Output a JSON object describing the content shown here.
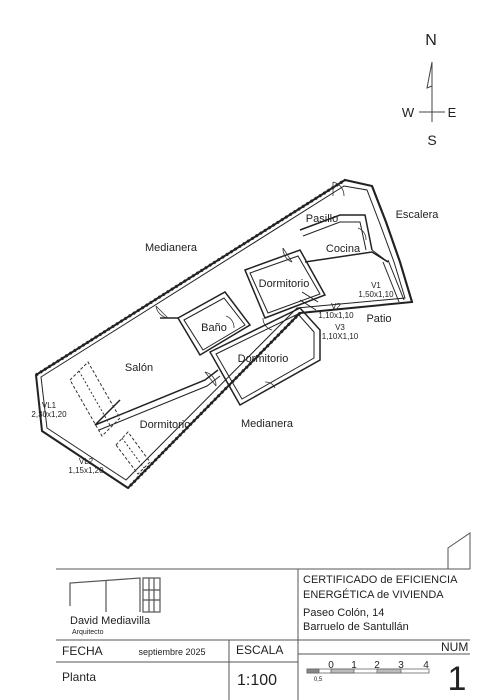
{
  "compass": {
    "north": "N",
    "west": "W",
    "east": "E",
    "south": "S"
  },
  "rooms": {
    "pasillo": "Pasillo",
    "escalera": "Escalera",
    "cocina": "Cocina",
    "medianera_top": "Medianera",
    "dormitorio_1": "Dormitorio",
    "bano": "Baño",
    "patio": "Patio",
    "dormitorio_2": "Dormitorio",
    "salon": "Salón",
    "dormitorio_3": "Dormitorio",
    "medianera_bottom": "Medianera"
  },
  "windows": {
    "v1": {
      "name": "V1",
      "size": "1,50x1,10"
    },
    "v2": {
      "name": "V2",
      "size": "1,10x1,10"
    },
    "v3": {
      "name": "V3",
      "size": "1,10X1,10"
    },
    "vl1": {
      "name": "VL1",
      "size": "2,30x1,20"
    },
    "vl2": {
      "name": "VL2",
      "size": "1,15x1,20"
    }
  },
  "title_block": {
    "logo_name": "David Mediavilla",
    "logo_subtitle": "Arquitecto",
    "certificate_line1": "CERTIFICADO de EFICIENCIA",
    "certificate_line2": "ENERGÉTICA de VIVIENDA",
    "address_line1": "Paseo Colón, 14",
    "address_line2": "Barruelo de Santullán",
    "fecha_label": "FECHA",
    "fecha_value": "septiembre 2025",
    "escala_label": "ESCALA",
    "escala_value": "1:100",
    "num_label": "NUM",
    "num_value": "1",
    "plan_name": "Planta",
    "scale_ticks": [
      "0",
      "1",
      "2",
      "3",
      "4"
    ],
    "scale_sub": "0,5"
  }
}
